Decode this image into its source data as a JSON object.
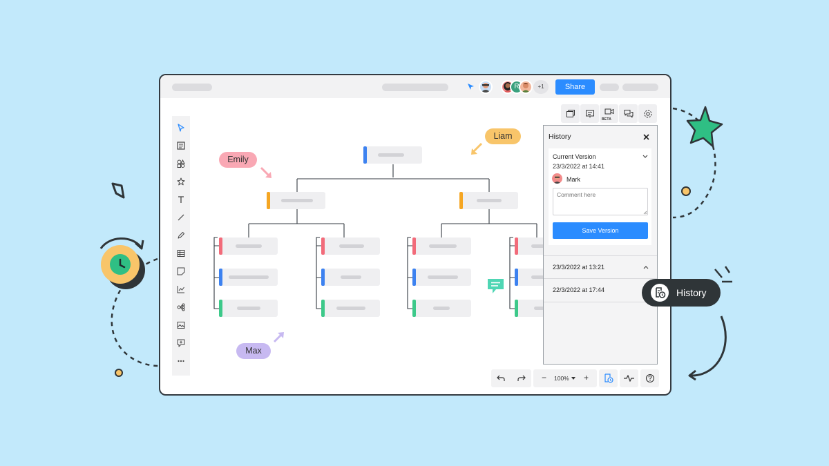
{
  "toolbar_top": {
    "share_label": "Share",
    "extra_collaborators": "+1",
    "avatar_initial": "R"
  },
  "left_tools": [
    "select-icon",
    "note-icon",
    "shapes-icon",
    "star-icon",
    "text-icon",
    "line-icon",
    "pen-icon",
    "table-icon",
    "sticky-note-icon",
    "chart-icon",
    "mindmap-icon",
    "image-icon",
    "comment-add-icon",
    "more-icon"
  ],
  "right_tools": {
    "video_badge": "BETA"
  },
  "labels": {
    "emily": "Emily",
    "liam": "Liam",
    "max": "Max"
  },
  "history": {
    "title": "History",
    "current_label": "Current Version",
    "current_date": "23/3/2022 at 14:41",
    "user": "Mark",
    "comment_placeholder": "Comment here",
    "save_label": "Save Version",
    "versions": [
      "23/3/2022 at 13:21",
      "22/3/2022 at 17:44"
    ]
  },
  "bottom": {
    "zoom": "100%"
  },
  "history_badge": "History",
  "colors": {
    "background": "#c2e9fb",
    "accent": "#2b8cff",
    "emily": "#f9a8b4",
    "liam": "#f8c56a",
    "max": "#c7b9f1",
    "node_blue": "#3d82f0",
    "node_orange": "#f5a623",
    "node_red": "#f26b7a",
    "node_green": "#3dc98a"
  }
}
